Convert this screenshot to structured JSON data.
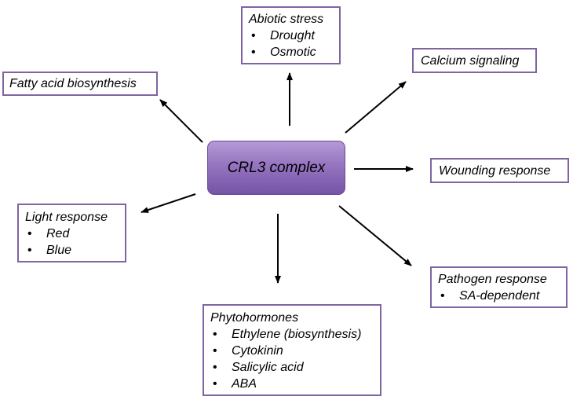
{
  "center": {
    "label": "CRL3 complex"
  },
  "abiotic": {
    "title": "Abiotic stress",
    "items": [
      "Drought",
      "Osmotic"
    ]
  },
  "calcium": {
    "title": "Calcium signaling"
  },
  "fatty": {
    "title": "Fatty acid biosynthesis"
  },
  "wounding": {
    "title": "Wounding response"
  },
  "light": {
    "title": "Light response",
    "items": [
      "Red",
      "Blue"
    ]
  },
  "pathogen": {
    "title": "Pathogen response",
    "items": [
      "SA-dependent"
    ]
  },
  "phyto": {
    "title": "Phytohormones",
    "items": [
      "Ethylene (biosynthesis)",
      "Cytokinin",
      "Salicylic acid",
      "ABA"
    ]
  },
  "colors": {
    "box_border": "#8064a2",
    "center_fill": "#9574c0",
    "arrow": "#000000"
  }
}
